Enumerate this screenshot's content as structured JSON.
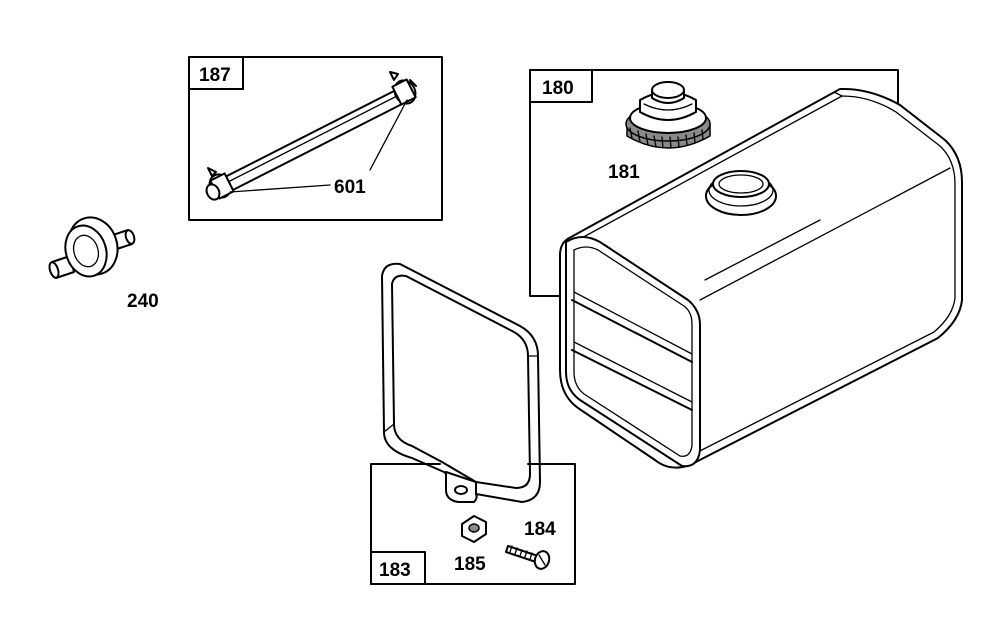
{
  "group_boxes": [
    {
      "id": "box-187",
      "label": "187"
    },
    {
      "id": "box-180",
      "label": "180"
    },
    {
      "id": "box-183",
      "label": "183"
    }
  ],
  "part_labels": {
    "p601": "601",
    "p181": "181",
    "p240": "240",
    "p184": "184",
    "p185": "185"
  }
}
